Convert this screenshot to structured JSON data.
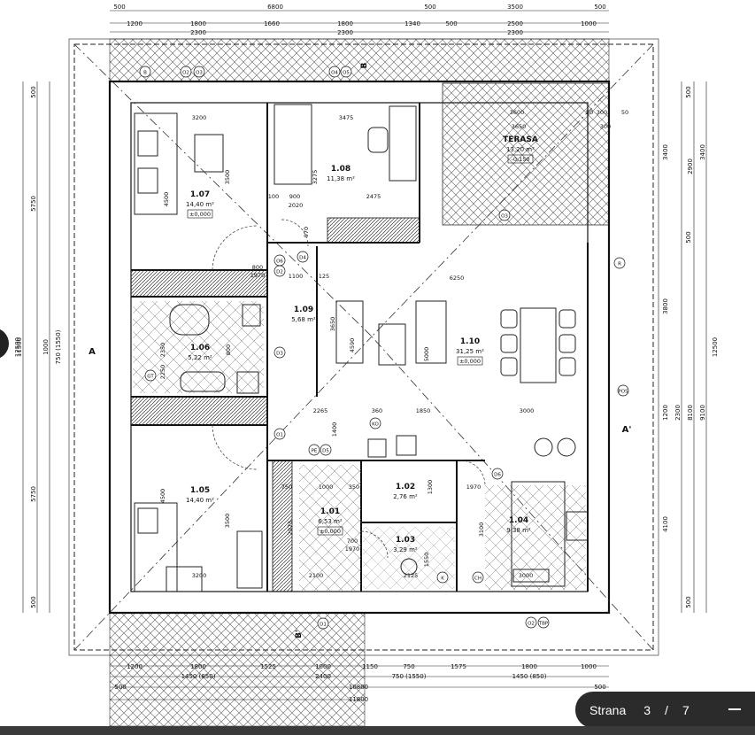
{
  "viewer": {
    "page_label": "Strana",
    "current_page": "3",
    "separator": "/",
    "total_pages": "7"
  },
  "dimensions": {
    "top_row1": [
      "500",
      "6800",
      "500",
      "3500",
      "500"
    ],
    "top_row2": [
      "1200",
      "1800",
      "1660",
      "1800",
      "1340",
      "500",
      "2500",
      "1000"
    ],
    "top_row3": [
      "2300",
      "2300",
      "2300"
    ],
    "left": [
      "500",
      "5750",
      "11500",
      "12500",
      "1000",
      "750 (1550)",
      "5750",
      "500"
    ],
    "right": [
      "500",
      "3400",
      "2900",
      "3400",
      "500",
      "3800",
      "12500",
      "1200",
      "2300",
      "8100",
      "9100",
      "4100",
      "500"
    ],
    "bottom_row1": [
      "1200",
      "1800",
      "1525",
      "1000",
      "1150",
      "750",
      "1575",
      "1800",
      "1000"
    ],
    "bottom_row2": [
      "1450 (850)",
      "2400",
      "750 (1550)",
      "1450 (850)"
    ],
    "bottom_row3": [
      "500",
      "10800",
      "500"
    ],
    "bottom_row4": [
      "11800"
    ],
    "inner": [
      "3200",
      "3475",
      "3600",
      "3650",
      "50",
      "300",
      "300",
      "50",
      "4500",
      "3500",
      "3275",
      "2475",
      "100",
      "900",
      "2020",
      "970",
      "800",
      "1970",
      "1100",
      "125",
      "6250",
      "3650",
      "2350",
      "800",
      "2250",
      "2265",
      "360",
      "1850",
      "3000",
      "4590",
      "5000",
      "1400",
      "4500",
      "3500",
      "3200",
      "750",
      "1000",
      "350",
      "2975",
      "2100",
      "700",
      "1970",
      "1300",
      "2125",
      "1550",
      "3100",
      "3000",
      "1970"
    ]
  },
  "rooms": [
    {
      "id": "1.07",
      "area": "14,40 m²",
      "level": "±0,000"
    },
    {
      "id": "1.08",
      "area": "11,38 m²"
    },
    {
      "id": "TERASA",
      "area": "13,20 m²",
      "level": "-0,150"
    },
    {
      "id": "1.09",
      "area": "5,68 m²"
    },
    {
      "id": "1.10",
      "area": "31,25 m²",
      "level": "±0,000"
    },
    {
      "id": "1.06",
      "area": "5,22 m²"
    },
    {
      "id": "1.05",
      "area": "14,40 m²"
    },
    {
      "id": "1.02",
      "area": "2,76 m²"
    },
    {
      "id": "1.01",
      "area": "6,53 m²",
      "level": "±0,000"
    },
    {
      "id": "1.03",
      "area": "3,29 m²"
    },
    {
      "id": "1.04",
      "area": "9,38 m²"
    }
  ],
  "tags": {
    "windows": [
      "O2",
      "O3",
      "O4",
      "O5",
      "O6",
      "O1",
      "O2",
      "O3"
    ],
    "doors": [
      "D1",
      "D2",
      "D3",
      "D4",
      "D5",
      "D6"
    ],
    "misc": [
      "B",
      "PE",
      "TBP",
      "KO",
      "GT",
      "POS",
      "K",
      "CH",
      "R"
    ],
    "section_a": "A",
    "section_a2": "A'",
    "section_b": "B",
    "section_b2": "B'"
  },
  "colors": {
    "line": "#1a1a1a",
    "hatch": "#555555",
    "pager_bg": "#2b2b2b",
    "bar_bg": "#3a3a3a"
  }
}
